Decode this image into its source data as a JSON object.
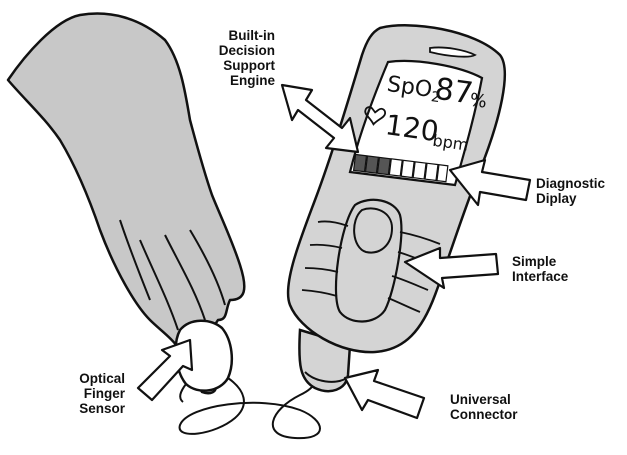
{
  "screen": {
    "spo2_label": "SpO",
    "spo2_sub": "2",
    "spo2_value": "87",
    "spo2_unit": "%",
    "heart_rate_value": "120",
    "heart_rate_unit": "bpm"
  },
  "labels": {
    "decision_support": [
      "Built-in",
      "Decision",
      "Support",
      "Engine"
    ],
    "diagnostic_display": [
      "Diagnostic",
      "Diplay"
    ],
    "simple_interface": [
      "Simple",
      "Interface"
    ],
    "optical_sensor": [
      "Optical",
      "Finger",
      "Sensor"
    ],
    "universal_connector": [
      "Universal",
      "Connector"
    ]
  },
  "colors": {
    "hand": "#c8c8c8",
    "device": "#d4d4d4",
    "outline": "#111111",
    "bar_filled": "#555555"
  }
}
